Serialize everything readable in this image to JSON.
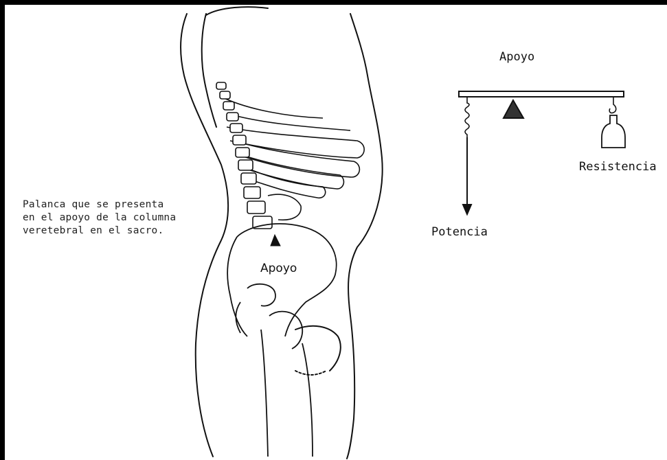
{
  "caption": {
    "lines": [
      "Palanca que se presenta",
      "en el apoyo de la columna",
      "veretebral en el sacro."
    ]
  },
  "labels": {
    "apoyo_lever": "Apoyo",
    "resistencia": "Resistencia",
    "potencia": "Potencia",
    "apoyo_body": "Apoyo"
  },
  "icons": [
    "spine-icon",
    "pelvis-icon",
    "fulcrum-triangle-icon",
    "spring-icon",
    "weight-icon",
    "arrow-down-icon"
  ]
}
